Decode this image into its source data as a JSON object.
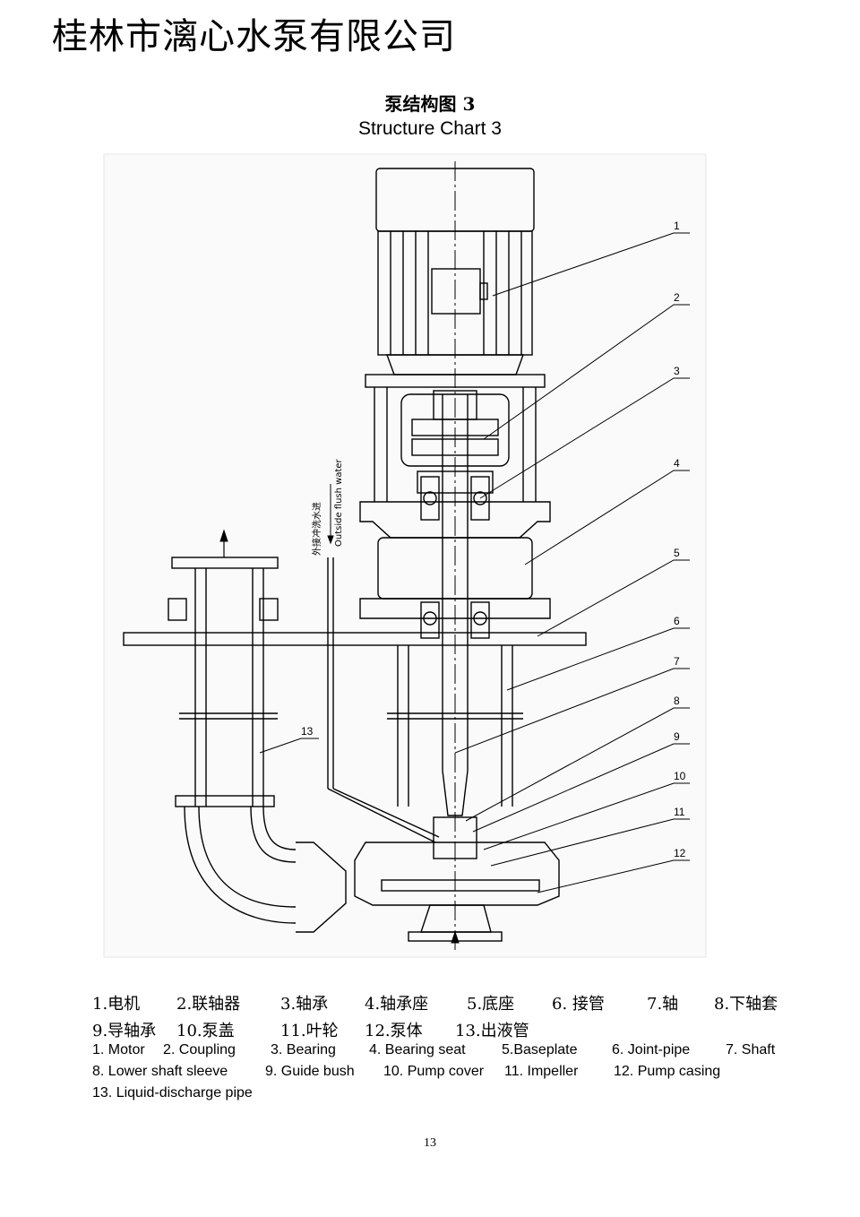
{
  "company_name": "桂林市漓心水泵有限公司",
  "title_cn": "泵结构图 3",
  "title_en": "Structure Chart 3",
  "flush_label_cn": "外接冲洗水进",
  "flush_label_en": "Outside flush water",
  "callouts": [
    "1",
    "2",
    "3",
    "4",
    "5",
    "6",
    "7",
    "8",
    "9",
    "10",
    "11",
    "12",
    "13"
  ],
  "legend_cn": {
    "line1": [
      "1.电机",
      "2.联轴器",
      "3.轴承",
      "4.轴承座",
      "5.底座",
      "6.  接管",
      "7.轴",
      "8.下轴套"
    ],
    "line2": [
      "9.导轴承",
      "10.泵盖",
      "11.叶轮",
      "12.泵体",
      "13.出液管"
    ]
  },
  "legend_en": {
    "line1": [
      "1. Motor",
      "2. Coupling",
      "3. Bearing",
      "4. Bearing seat",
      "5.Baseplate",
      "6. Joint-pipe",
      "7. Shaft"
    ],
    "line2": [
      "8. Lower shaft sleeve",
      "9. Guide bush",
      "10. Pump cover",
      "11. Impeller",
      "12. Pump casing"
    ],
    "line3": [
      "13. Liquid-discharge pipe"
    ]
  },
  "page_number": "13"
}
